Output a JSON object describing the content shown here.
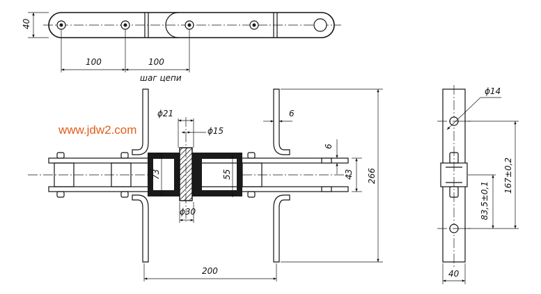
{
  "watermark": "www.jdw2.com",
  "top_view": {
    "height": "40",
    "pitch_left": "100",
    "pitch_right": "100",
    "pitch_caption": "шаг цепи"
  },
  "front_view": {
    "d_pin": "ϕ21",
    "d_bushing": "ϕ15",
    "d_roller": "ϕ30",
    "plate_thickness": "6",
    "wall": "6",
    "h_outer": "73",
    "h_inner": "55",
    "h_link": "43",
    "total_height": "266",
    "width": "200"
  },
  "side_view": {
    "d_hole": "ϕ14",
    "h_full": "167±0,2",
    "h_half": "83,5±0,1",
    "width": "40"
  }
}
